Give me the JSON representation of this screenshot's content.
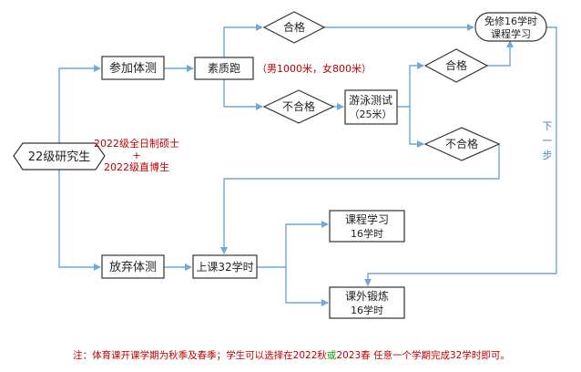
{
  "nodes": {
    "start": "22级研究生",
    "eligible_line1": "2022级全日制硕士",
    "eligible_plus": "+",
    "eligible_line2": "2022级直博生",
    "test_option": "参加体测",
    "skip_option": "放弃体测",
    "run_test": "素质跑",
    "run_standard": "（男1000米，女800米）",
    "pass_1": "合格",
    "fail_1": "不合格",
    "swim_line1": "游泳测试",
    "swim_line2": "（25米）",
    "pass_2": "合格",
    "fail_2": "不合格",
    "exempt_line1": "免修16学时",
    "exempt_line2": "课程学习",
    "next_step": [
      "下",
      "一",
      "步"
    ],
    "class_32": "上课32学时",
    "course_line1": "课程学习",
    "course_line2": "16学时",
    "exercise_line1": "课外锻炼",
    "exercise_line2": "16学时"
  },
  "note": {
    "part1": "注：体育课开课学期为秋季及春季；学生可以选择在2022秋",
    "or": "或",
    "part2": "2023春 任意一个学期完成32学时即可。"
  },
  "colors": {
    "arrow": "#6fa8dc",
    "dark_red": "#c00000",
    "green": "#00a000",
    "next_step_text": "#4f81bd"
  }
}
